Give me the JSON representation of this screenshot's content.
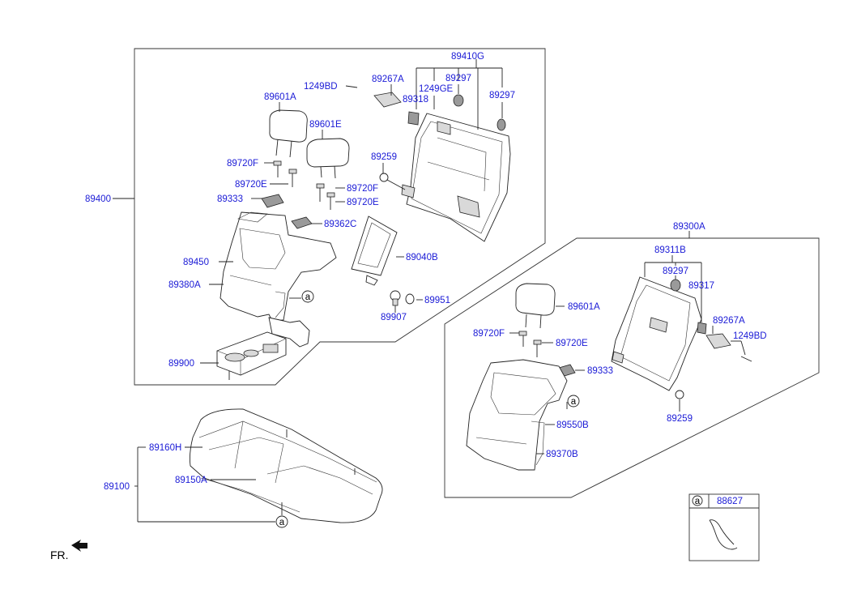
{
  "colors": {
    "label": "#1a1ad6",
    "line": "#222222",
    "text_black": "#000000"
  },
  "labels": {
    "p89410G": "89410G",
    "p1249BD_a": "1249BD",
    "p89267A_a": "89267A",
    "p89297_a": "89297",
    "p1249GE": "1249GE",
    "p89318": "89318",
    "p89297_b": "89297",
    "p89601A_a": "89601A",
    "p89601E": "89601E",
    "p89259_a": "89259",
    "p89720F_a": "89720F",
    "p89720E_a": "89720E",
    "p89720F_b": "89720F",
    "p89333_a": "89333",
    "p89720E_b": "89720E",
    "p89362C": "89362C",
    "p89400": "89400",
    "p89040B": "89040B",
    "p89450": "89450",
    "p89380A": "89380A",
    "p89951": "89951",
    "p89907": "89907",
    "p89900": "89900",
    "p89300A": "89300A",
    "p89311B": "89311B",
    "p89297_c": "89297",
    "p89317": "89317",
    "p89601A_b": "89601A",
    "p89267A_b": "89267A",
    "p1249BD_b": "1249BD",
    "p89720F_c": "89720F",
    "p89720E_c": "89720E",
    "p89333_b": "89333",
    "p89550B": "89550B",
    "p89259_b": "89259",
    "p89370B": "89370B",
    "p89160H": "89160H",
    "p89100": "89100",
    "p89150A": "89150A",
    "p88627": "88627",
    "marker_a": "a",
    "fr": "FR."
  }
}
